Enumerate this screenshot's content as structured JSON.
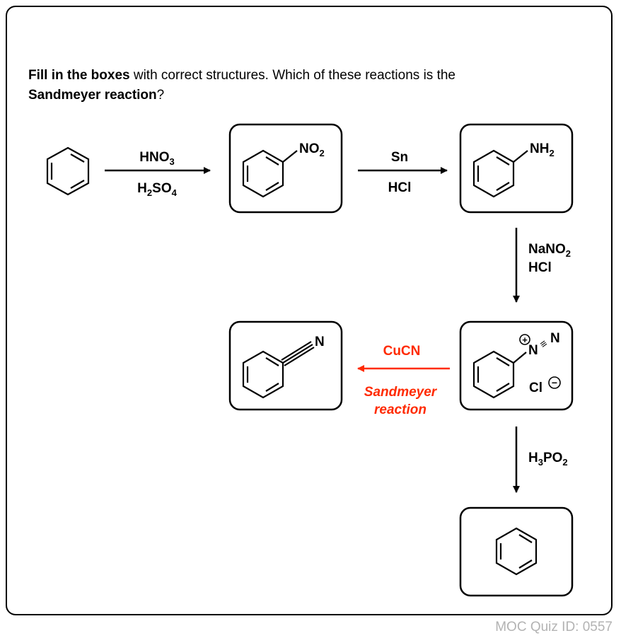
{
  "question": {
    "bold_1": "Fill in the boxes",
    "text_1": " with correct structures. Which of these reactions is the",
    "bold_2": "Sandmeyer reaction",
    "text_2": "?"
  },
  "step1": {
    "reagent_top": "HNO",
    "reagent_top_sub": "3",
    "reagent_bottom_a": "H",
    "reagent_bottom_sub1": "2",
    "reagent_bottom_b": "SO",
    "reagent_bottom_sub2": "4"
  },
  "step2": {
    "reagent_top": "Sn",
    "reagent_bottom": "HCl"
  },
  "step3": {
    "reagent_top": "NaNO",
    "reagent_top_sub": "2",
    "reagent_bottom": "HCl"
  },
  "step4": {
    "reagent": "CuCN",
    "label_line1": "Sandmeyer",
    "label_line2": "reaction",
    "color": "#ff2a00"
  },
  "step5": {
    "reagent_a": "H",
    "reagent_sub1": "3",
    "reagent_b": "PO",
    "reagent_sub2": "2"
  },
  "structures": {
    "nitro_group": "NO",
    "nitro_sub": "2",
    "amine_group": "NH",
    "amine_sub": "2",
    "nitrile_n": "N",
    "diazo_n1": "N",
    "diazo_n2": "N",
    "diazo_bond": "≡",
    "plus_charge": "+",
    "chloride": "Cl",
    "minus_charge": "−"
  },
  "footer": "MOC Quiz ID: 0557"
}
